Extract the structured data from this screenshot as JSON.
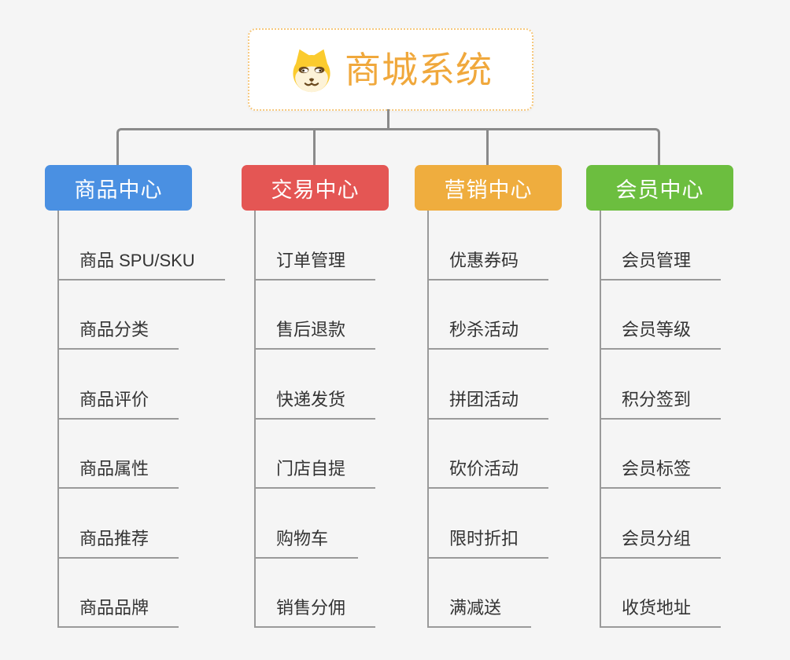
{
  "page": {
    "background_color": "#f5f5f5",
    "connector_color": "#8a8a8a",
    "underline_color": "#9a9a9a",
    "item_text_color": "#333333"
  },
  "root": {
    "title": "商城系统",
    "title_color": "#f0a83c",
    "border_color": "#f6c87e",
    "icon": "shiba-dog-icon",
    "icon_colors": {
      "head": "#fbcb2e",
      "muzzle": "#fdf3d8",
      "eye": "#6b4a1f",
      "nose": "#6b4a1f"
    }
  },
  "branches": [
    {
      "label": "商品中心",
      "color": "#4a90e2",
      "items": [
        "商品 SPU/SKU",
        "商品分类",
        "商品评价",
        "商品属性",
        "商品推荐",
        "商品品牌"
      ]
    },
    {
      "label": "交易中心",
      "color": "#e45654",
      "items": [
        "订单管理",
        "售后退款",
        "快递发货",
        "门店自提",
        "购物车",
        "销售分佣"
      ]
    },
    {
      "label": "营销中心",
      "color": "#efad3e",
      "items": [
        "优惠券码",
        "秒杀活动",
        "拼团活动",
        "砍价活动",
        "限时折扣",
        "满减送"
      ]
    },
    {
      "label": "会员中心",
      "color": "#6cbe3f",
      "items": [
        "会员管理",
        "会员等级",
        "积分签到",
        "会员标签",
        "会员分组",
        "收货地址"
      ]
    }
  ]
}
